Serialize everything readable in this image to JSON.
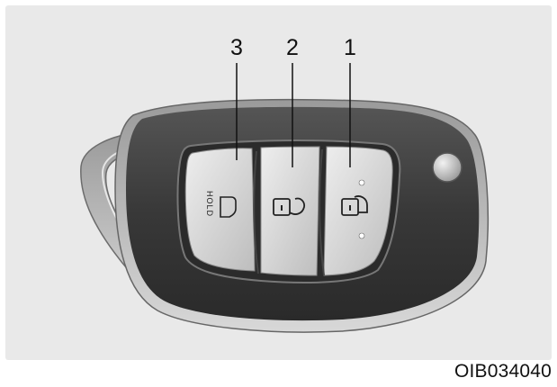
{
  "figure_code": "OIB034040",
  "callouts": [
    {
      "id": "3",
      "meaning": "trunk-hold-button"
    },
    {
      "id": "2",
      "meaning": "door-unlock-button"
    },
    {
      "id": "1",
      "meaning": "door-lock-button"
    }
  ],
  "buttons": {
    "trunk_label": "HOLD",
    "trunk_icon": "car-trunk-icon",
    "unlock_icon": "unlock-padlock-icon",
    "lock_icon": "lock-padlock-icon"
  },
  "colors": {
    "background_panel": "#e9e9e9",
    "fob_body": "#3a3a3a",
    "button_face": "#d3d3d3",
    "key_blade": "#c8c8c8"
  }
}
